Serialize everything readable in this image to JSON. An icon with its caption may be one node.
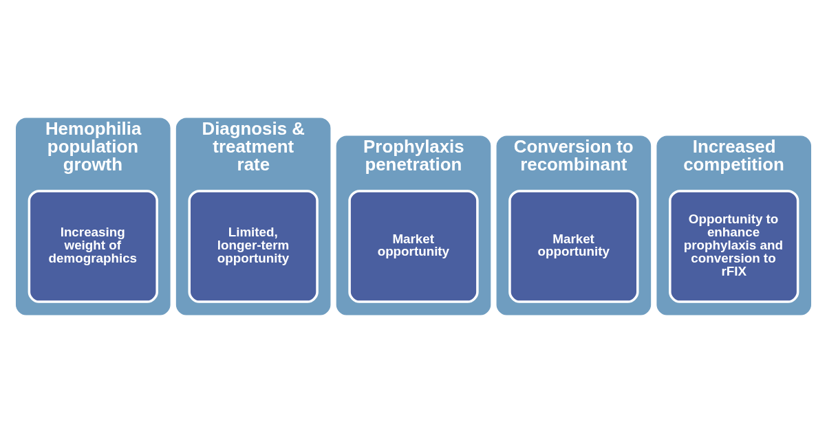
{
  "diagram": {
    "nodes": [
      {
        "text": [
          "Hemophilia population growth"
        ]
      },
      {
        "text": [
          "Increasing weight of demographics"
        ],
        "in": 0
      },
      {
        "text": [
          "Diagnosis & treatment rate"
        ]
      },
      {
        "text": [
          "Limited, longer-term opportunity"
        ],
        "in": 2
      },
      {
        "text": [
          "Prophylaxis penetration"
        ]
      },
      {
        "text": [
          "Market opportunity"
        ],
        "in": 4
      },
      {
        "text": [
          "Conversion to recombinant"
        ]
      },
      {
        "text": [
          "Market opportunity"
        ],
        "in": 6
      },
      {
        "text": [
          "Increased competition"
        ]
      },
      {
        "text": [
          "Opportunity to enhance prophylaxis and conversion to rFIX"
        ],
        "in": 8
      }
    ],
    "edges": []
  }
}
